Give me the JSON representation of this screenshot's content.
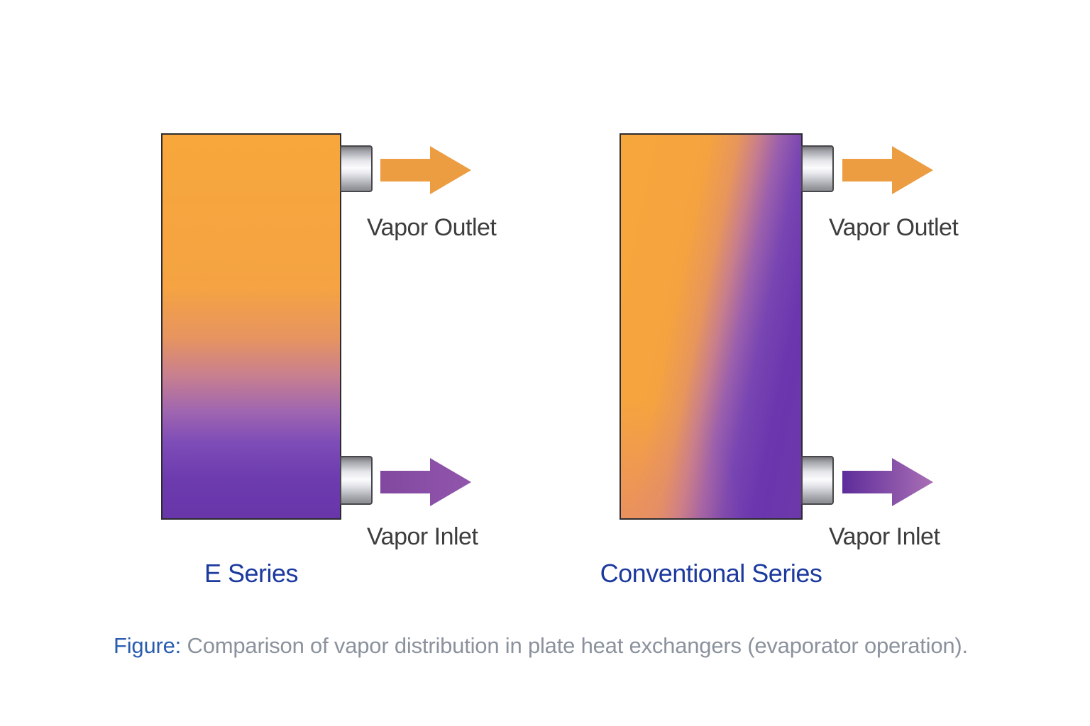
{
  "figure": {
    "panels": [
      {
        "id": "e-series",
        "series_label": "E Series",
        "vapor_outlet_label": "Vapor Outlet",
        "vapor_inlet_label": "Vapor Inlet",
        "gradient": "vertical: orange top to purple bottom"
      },
      {
        "id": "conventional-series",
        "series_label": "Conventional Series",
        "vapor_outlet_label": "Vapor Outlet",
        "vapor_inlet_label": "Vapor Inlet",
        "gradient": "diagonal: orange upper-left to purple lower-right"
      }
    ],
    "caption": {
      "prefix": "Figure:",
      "text": "Comparison of vapor distribution in plate heat exchangers (evaporator operation)."
    },
    "icons": {
      "outlet_arrow": "right-arrow",
      "inlet_arrow": "right-arrow",
      "port": "cylindrical-port"
    },
    "colors": {
      "plate_orange": "#f7a73b",
      "plate_purple": "#6936a9",
      "outlet_arrow_orange": "#ec9c41",
      "inlet_arrow_purple_solid": "#8a4da8",
      "inlet_arrow_purple_dark": "#5e2c9b",
      "inlet_arrow_purple_light": "#a96fb4",
      "series_label_blue": "#1c3a9e",
      "caption_prefix_blue": "#2a5db0",
      "caption_gray": "#8b929d",
      "io_label_gray": "#3d3d3d",
      "port_metal_light": "#fbfbfd",
      "port_metal_dark": "#77777b"
    }
  }
}
